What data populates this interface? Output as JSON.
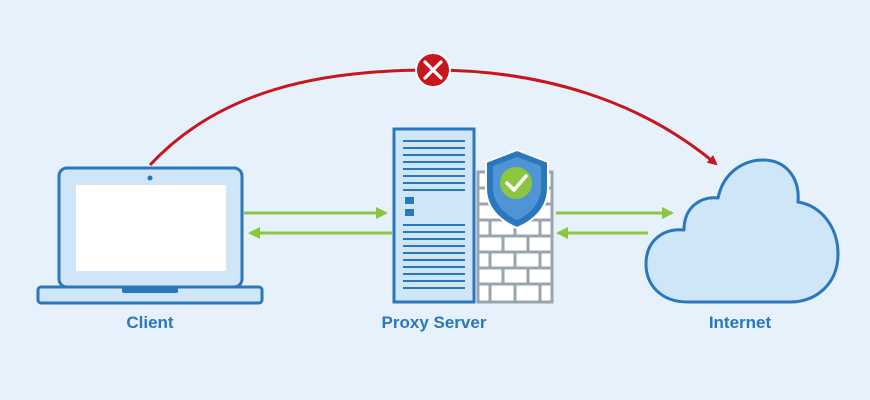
{
  "labels": {
    "client": "Client",
    "proxy": "Proxy Server",
    "internet": "Internet"
  },
  "icons": {
    "client": "laptop-icon",
    "proxy_server": "server-tower-icon",
    "firewall": "brick-wall-icon",
    "security": "shield-check-icon",
    "internet": "cloud-icon",
    "blocked": "x-circle-icon"
  },
  "connections": [
    {
      "from": "client",
      "to": "internet",
      "status": "blocked",
      "color": "#c8161d"
    },
    {
      "from": "client",
      "to": "proxy",
      "status": "allowed",
      "direction": "two-way",
      "color": "#8cc63f"
    },
    {
      "from": "proxy",
      "to": "internet",
      "status": "allowed",
      "direction": "two-way",
      "color": "#8cc63f"
    }
  ],
  "colors": {
    "background": "#e6f1fb",
    "outline": "#2a77be",
    "fill_light": "#cfe5f8",
    "blocked": "#c8161d",
    "allowed": "#8cc63f",
    "firewall": "#9aa4ad",
    "check": "#8cc63f"
  }
}
